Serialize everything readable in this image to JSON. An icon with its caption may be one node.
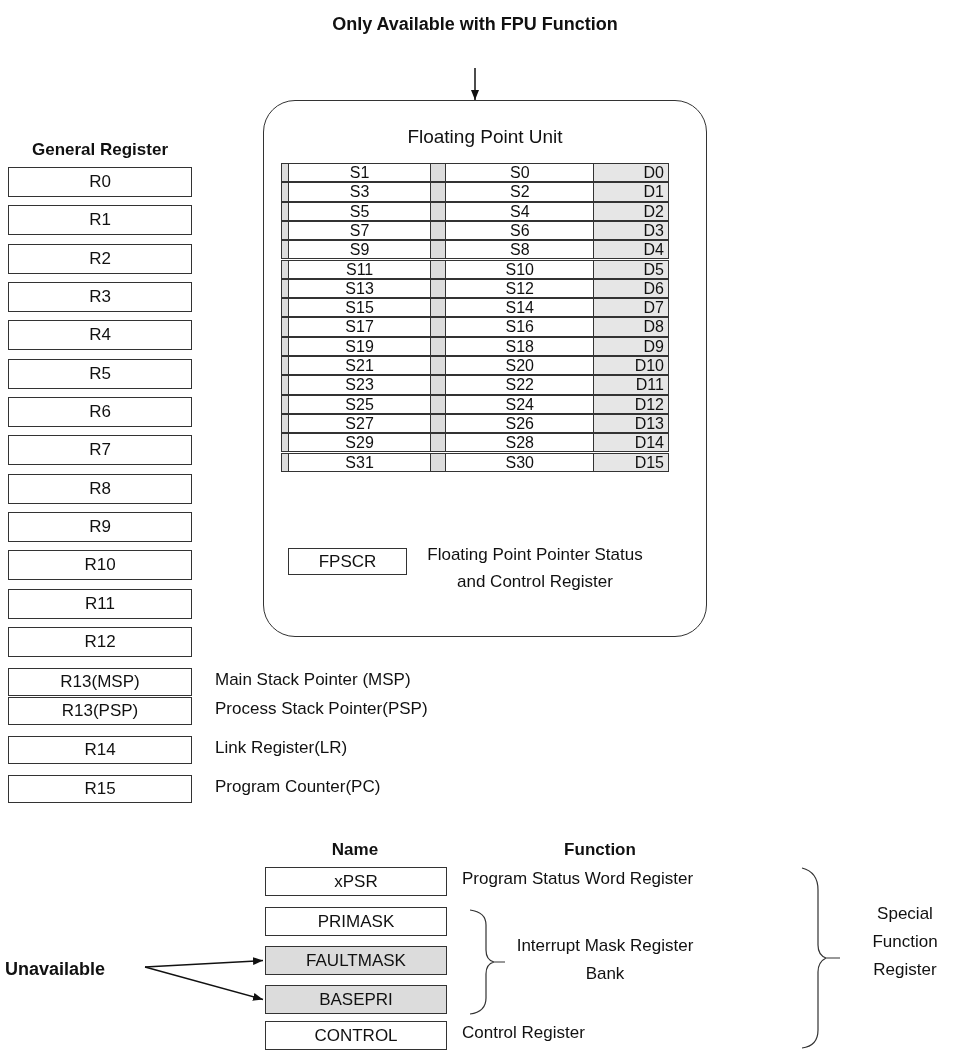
{
  "diagram": {
    "nodes": [
      {
        "text": [
          "Only Available with FPU Function"
        ]
      },
      {
        "text": [
          "Floating Point Unit"
        ]
      },
      {
        "text": [
          "S1",
          "S0",
          "D0"
        ],
        "in": 1
      },
      {
        "text": [
          "S3",
          "S2",
          "D1"
        ],
        "in": 1
      },
      {
        "text": [
          "S5",
          "S4",
          "D2"
        ],
        "in": 1
      },
      {
        "text": [
          "S7",
          "S6",
          "D3"
        ],
        "in": 1
      },
      {
        "text": [
          "S9",
          "S8",
          "D4"
        ],
        "in": 1
      },
      {
        "text": [
          "S11",
          "S10",
          "D5"
        ],
        "in": 1
      },
      {
        "text": [
          "S13",
          "S12",
          "D6"
        ],
        "in": 1
      },
      {
        "text": [
          "S15",
          "S14",
          "D7"
        ],
        "in": 1
      },
      {
        "text": [
          "S17",
          "S16",
          "D8"
        ],
        "in": 1
      },
      {
        "text": [
          "S19",
          "S18",
          "D9"
        ],
        "in": 1
      },
      {
        "text": [
          "S21",
          "S20",
          "D10"
        ],
        "in": 1
      },
      {
        "text": [
          "S23",
          "S22",
          "D11"
        ],
        "in": 1
      },
      {
        "text": [
          "S25",
          "S24",
          "D12"
        ],
        "in": 1
      },
      {
        "text": [
          "S27",
          "S26",
          "D13"
        ],
        "in": 1
      },
      {
        "text": [
          "S29",
          "S28",
          "D14"
        ],
        "in": 1
      },
      {
        "text": [
          "S31",
          "S30",
          "D15"
        ],
        "in": 1
      },
      {
        "text": [
          "FPSCR"
        ],
        "in": 1,
        "beside": [
          "Floating Point Pointer Status and Control Register"
        ]
      },
      {
        "text": [
          "R0"
        ]
      },
      {
        "text": [
          "R1"
        ]
      },
      {
        "text": [
          "R2"
        ]
      },
      {
        "text": [
          "R3"
        ]
      },
      {
        "text": [
          "R4"
        ]
      },
      {
        "text": [
          "R5"
        ]
      },
      {
        "text": [
          "R6"
        ]
      },
      {
        "text": [
          "R7"
        ]
      },
      {
        "text": [
          "R8"
        ]
      },
      {
        "text": [
          "R9"
        ]
      },
      {
        "text": [
          "R10"
        ]
      },
      {
        "text": [
          "R11"
        ]
      },
      {
        "text": [
          "R12"
        ]
      },
      {
        "text": [
          "R13(MSP)"
        ],
        "beside": [
          "Main Stack Pointer (MSP)"
        ]
      },
      {
        "text": [
          "R13(PSP)"
        ],
        "beside": [
          "Process Stack Pointer(PSP)"
        ]
      },
      {
        "text": [
          "R14"
        ],
        "beside": [
          "Link Register(LR)"
        ]
      },
      {
        "text": [
          "R15"
        ],
        "beside": [
          "Program Counter(PC)"
        ]
      },
      {
        "text": [
          "xPSR"
        ],
        "beside": [
          "Program Status Word Register"
        ]
      },
      {
        "text": [
          "PRIMASK"
        ]
      },
      {
        "text": [
          "FAULTMASK"
        ]
      },
      {
        "text": [
          "BASEPRI"
        ]
      },
      {
        "text": [
          "CONTROL"
        ],
        "beside": [
          "Control Register"
        ]
      },
      {
        "text": [
          "Unavailable"
        ]
      }
    ],
    "edges": [
      {
        "from": 0,
        "to": 1,
        "arrow": "to"
      },
      {
        "from": 41,
        "to": 38,
        "arrow": "to"
      },
      {
        "from": 41,
        "to": 39,
        "arrow": "to"
      }
    ],
    "labels": [
      "General Register",
      "Name",
      "Function",
      "Interrupt Mask Register Bank",
      "Special Function Register"
    ]
  }
}
